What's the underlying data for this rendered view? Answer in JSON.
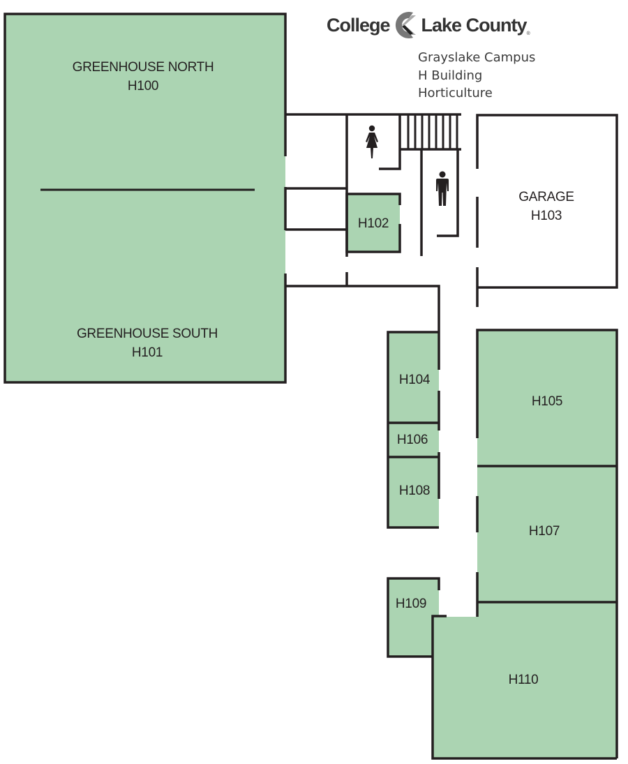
{
  "header": {
    "brand_left": "College",
    "brand_right": "Lake County",
    "trademark": "®",
    "logo_icon": "college-lake-county-logo-icon"
  },
  "campus_info": {
    "campus": "Grayslake Campus",
    "building": "H Building",
    "department": "Horticulture"
  },
  "colors": {
    "room_fill": "#abd4b2",
    "wall": "#231f20",
    "background": "#ffffff"
  },
  "rooms": {
    "h100": {
      "name": "GREENHOUSE NORTH",
      "number": "H100"
    },
    "h101": {
      "name": "GREENHOUSE SOUTH",
      "number": "H101"
    },
    "h102": {
      "number": "H102"
    },
    "h103": {
      "name": "GARAGE",
      "number": "H103"
    },
    "h104": {
      "number": "H104"
    },
    "h105": {
      "number": "H105"
    },
    "h106": {
      "number": "H106"
    },
    "h107": {
      "number": "H107"
    },
    "h108": {
      "number": "H108"
    },
    "h109": {
      "number": "H109"
    },
    "h110": {
      "number": "H110"
    }
  },
  "restrooms": {
    "women": "womens-restroom-icon",
    "men": "mens-restroom-icon"
  }
}
